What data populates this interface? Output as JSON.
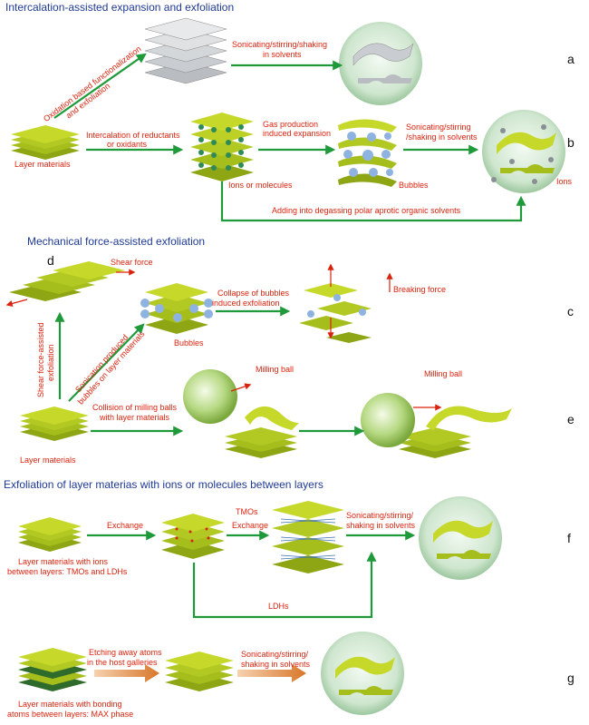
{
  "sections": {
    "s1": "Intercalation-assisted expansion and exfoliation",
    "s2": "Mechanical force-assisted exfoliation",
    "s3": "Exfoliation of layer materias with ions or molecules between layers"
  },
  "letters": {
    "a": "a",
    "b": "b",
    "c": "c",
    "d": "d",
    "e": "e",
    "f": "f",
    "g": "g"
  },
  "labels": {
    "oxidation_1": "Oxidation based functionalization",
    "oxidation_2": "and exfoliation",
    "sonic_a_1": "Sonicating/stirring/shaking",
    "sonic_a_2": "in solvents",
    "intercalation_1": "Intercalation of reductants",
    "intercalation_2": "or oxidants",
    "gas_1": "Gas production",
    "gas_2": "induced expansion",
    "sonic_b_1": "Sonicating/stirring",
    "sonic_b_2": "/shaking in solvents",
    "layer_materials_1": "Layer materials",
    "ions_molecules": "Ions or molecules",
    "bubbles_1": "Bubbles",
    "ions": "Ions",
    "degassing": "Adding into degassing polar aprotic organic solvents",
    "shear_force": "Shear force",
    "shear_assist_1": "Shear force-assisted",
    "shear_assist_2": "exfoliation",
    "sonication_1": "Sonication produced",
    "sonication_2": "bubbles on layer materials",
    "bubbles_2": "Bubbles",
    "collapse_1": "Collapse of bubbles",
    "collapse_2": "induced exfoliation",
    "breaking_force": "Breaking force",
    "milling_ball_1": "Milling ball",
    "milling_ball_2": "Milling ball",
    "collision_1": "Collision of milling balls",
    "collision_2": "with layer materials",
    "layer_materials_2": "Layer materials",
    "exchange_1": "Exchange",
    "tmos": "TMOs",
    "exchange_2": "Exchange",
    "sonic_f_1": "Sonicating/stirring/",
    "sonic_f_2": "shaking in solvents",
    "lm_ions_1": "Layer materials with ions",
    "lm_ions_2": "between layers: TMOs and LDHs",
    "ldhs": "LDHs",
    "etching_1": "Etching away atoms",
    "etching_2": "in the host galleries",
    "sonic_g_1": "Sonicating/stirring/",
    "sonic_g_2": "shaking in solvents",
    "lm_bonding_1": "Layer materials with bonding",
    "lm_bonding_2": "atoms between layers: MAX phase"
  },
  "colors": {
    "section_title": "#1f3a93",
    "label": "#d9230f",
    "arrow": "#1f9a3a",
    "layer_top": "#c6d82a",
    "layer_front": "#8ea514",
    "ion": "#2e8b57",
    "bubble": "#8fb3e0",
    "gray_layer": "#c9ccd0"
  }
}
